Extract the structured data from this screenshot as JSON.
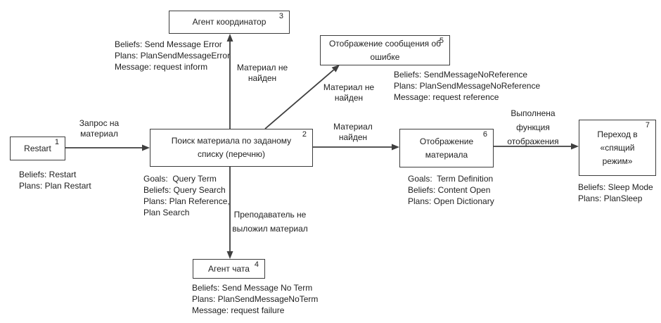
{
  "nodes": {
    "restart": {
      "number": "1",
      "lines": [
        "Restart"
      ]
    },
    "search": {
      "number": "2",
      "lines": [
        "Поиск материала  по заданому",
        "списку (перечню)"
      ]
    },
    "coordinator": {
      "number": "3",
      "lines": [
        "Агент координатор"
      ]
    },
    "chat": {
      "number": "4",
      "lines": [
        "Агент чата"
      ]
    },
    "error_message": {
      "number": "5",
      "lines": [
        "Отображение сообщения об",
        "ошибке"
      ]
    },
    "display": {
      "number": "6",
      "lines": [
        "Отображение",
        "материала"
      ]
    },
    "sleep": {
      "number": "7",
      "lines": [
        "Переход в",
        "«спящий",
        "режим»"
      ]
    }
  },
  "edge_labels": {
    "request": [
      "Запрос на",
      "материал"
    ],
    "not_found_up": [
      "Материал не",
      "найден"
    ],
    "not_found_diag": [
      "Материал не",
      "найден"
    ],
    "found": [
      "Материал",
      "найден"
    ],
    "display_done": [
      "Выполнена",
      "функция",
      "отображения"
    ],
    "no_material": [
      "Преподаватель не",
      "выложил материал"
    ]
  },
  "annotations": {
    "restart": [
      "Beliefs: Restart",
      "Plans: Plan Restart"
    ],
    "search": [
      "Goals:  Query Term",
      "Beliefs: Query Search",
      "Plans: Plan Reference,",
      "Plan Search"
    ],
    "coordinator": [
      "Beliefs: Send Message Error",
      "Plans: PlanSendMessageError",
      "Message: request inform"
    ],
    "chat": [
      "Beliefs: Send Message No Term",
      "Plans: PlanSendMessageNoTerm",
      "Message: request failure"
    ],
    "error_message": [
      "Beliefs: SendMessageNoReference",
      "Plans: PlanSendMessageNoReference",
      "Message: request reference"
    ],
    "display": [
      "Goals:  Term Definition",
      "Beliefs: Content Open",
      "Plans: Open Dictionary"
    ],
    "sleep": [
      "Beliefs: Sleep Mode",
      "Plans: PlanSleep"
    ]
  },
  "colors": {
    "line": "#3f3f3f",
    "text": "#1f1f1f",
    "background": "#ffffff"
  }
}
